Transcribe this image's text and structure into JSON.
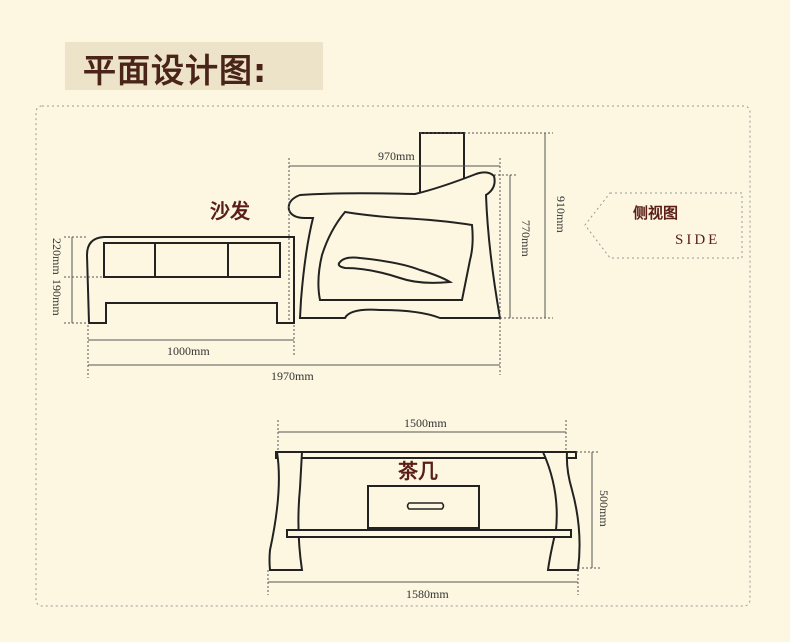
{
  "title": "平面设计图:",
  "sofa": {
    "label": "沙发"
  },
  "side_view": {
    "label_cn": "侧视图",
    "label_en": "SIDE"
  },
  "tea_table": {
    "label": "茶几"
  },
  "dimensions": {
    "sofa_depth": "970mm",
    "sofa_height": "910mm",
    "armrest_height": "770mm",
    "front_upper": "220mm",
    "front_lower": "190mm",
    "front_width": "1000mm",
    "total_width": "1970mm",
    "table_top": "1500mm",
    "table_height": "500mm",
    "table_bottom": "1580mm"
  },
  "colors": {
    "background": "#fdf7e1",
    "title_bar": "#ece3c8",
    "title_text": "#4a2418",
    "label": "#5a1e16",
    "line": "#222222"
  }
}
